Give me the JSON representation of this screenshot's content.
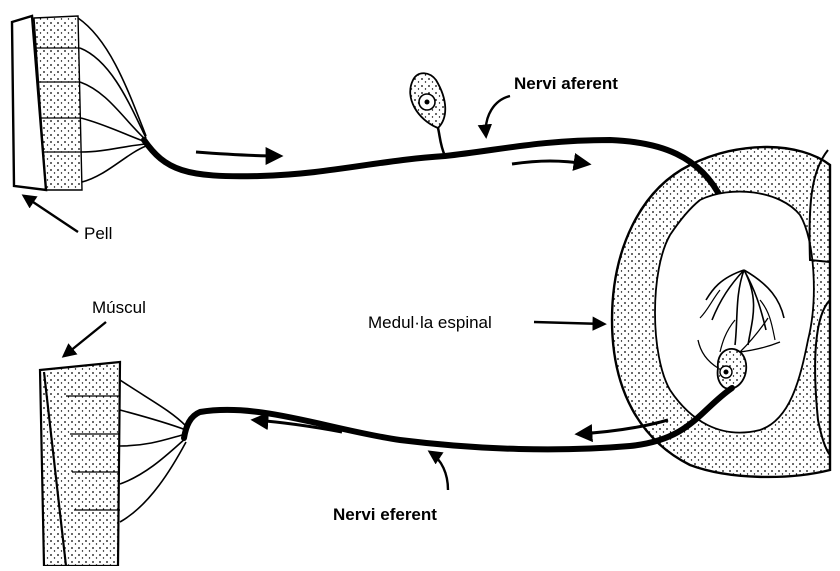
{
  "labels": {
    "skin": "Pell",
    "afferent_nerve": "Nervi aferent",
    "muscle": "Múscul",
    "spinal_cord": "Medul·la espinal",
    "efferent_nerve": "Nervi eferent"
  },
  "colors": {
    "ink": "#000000",
    "background": "#ffffff"
  }
}
